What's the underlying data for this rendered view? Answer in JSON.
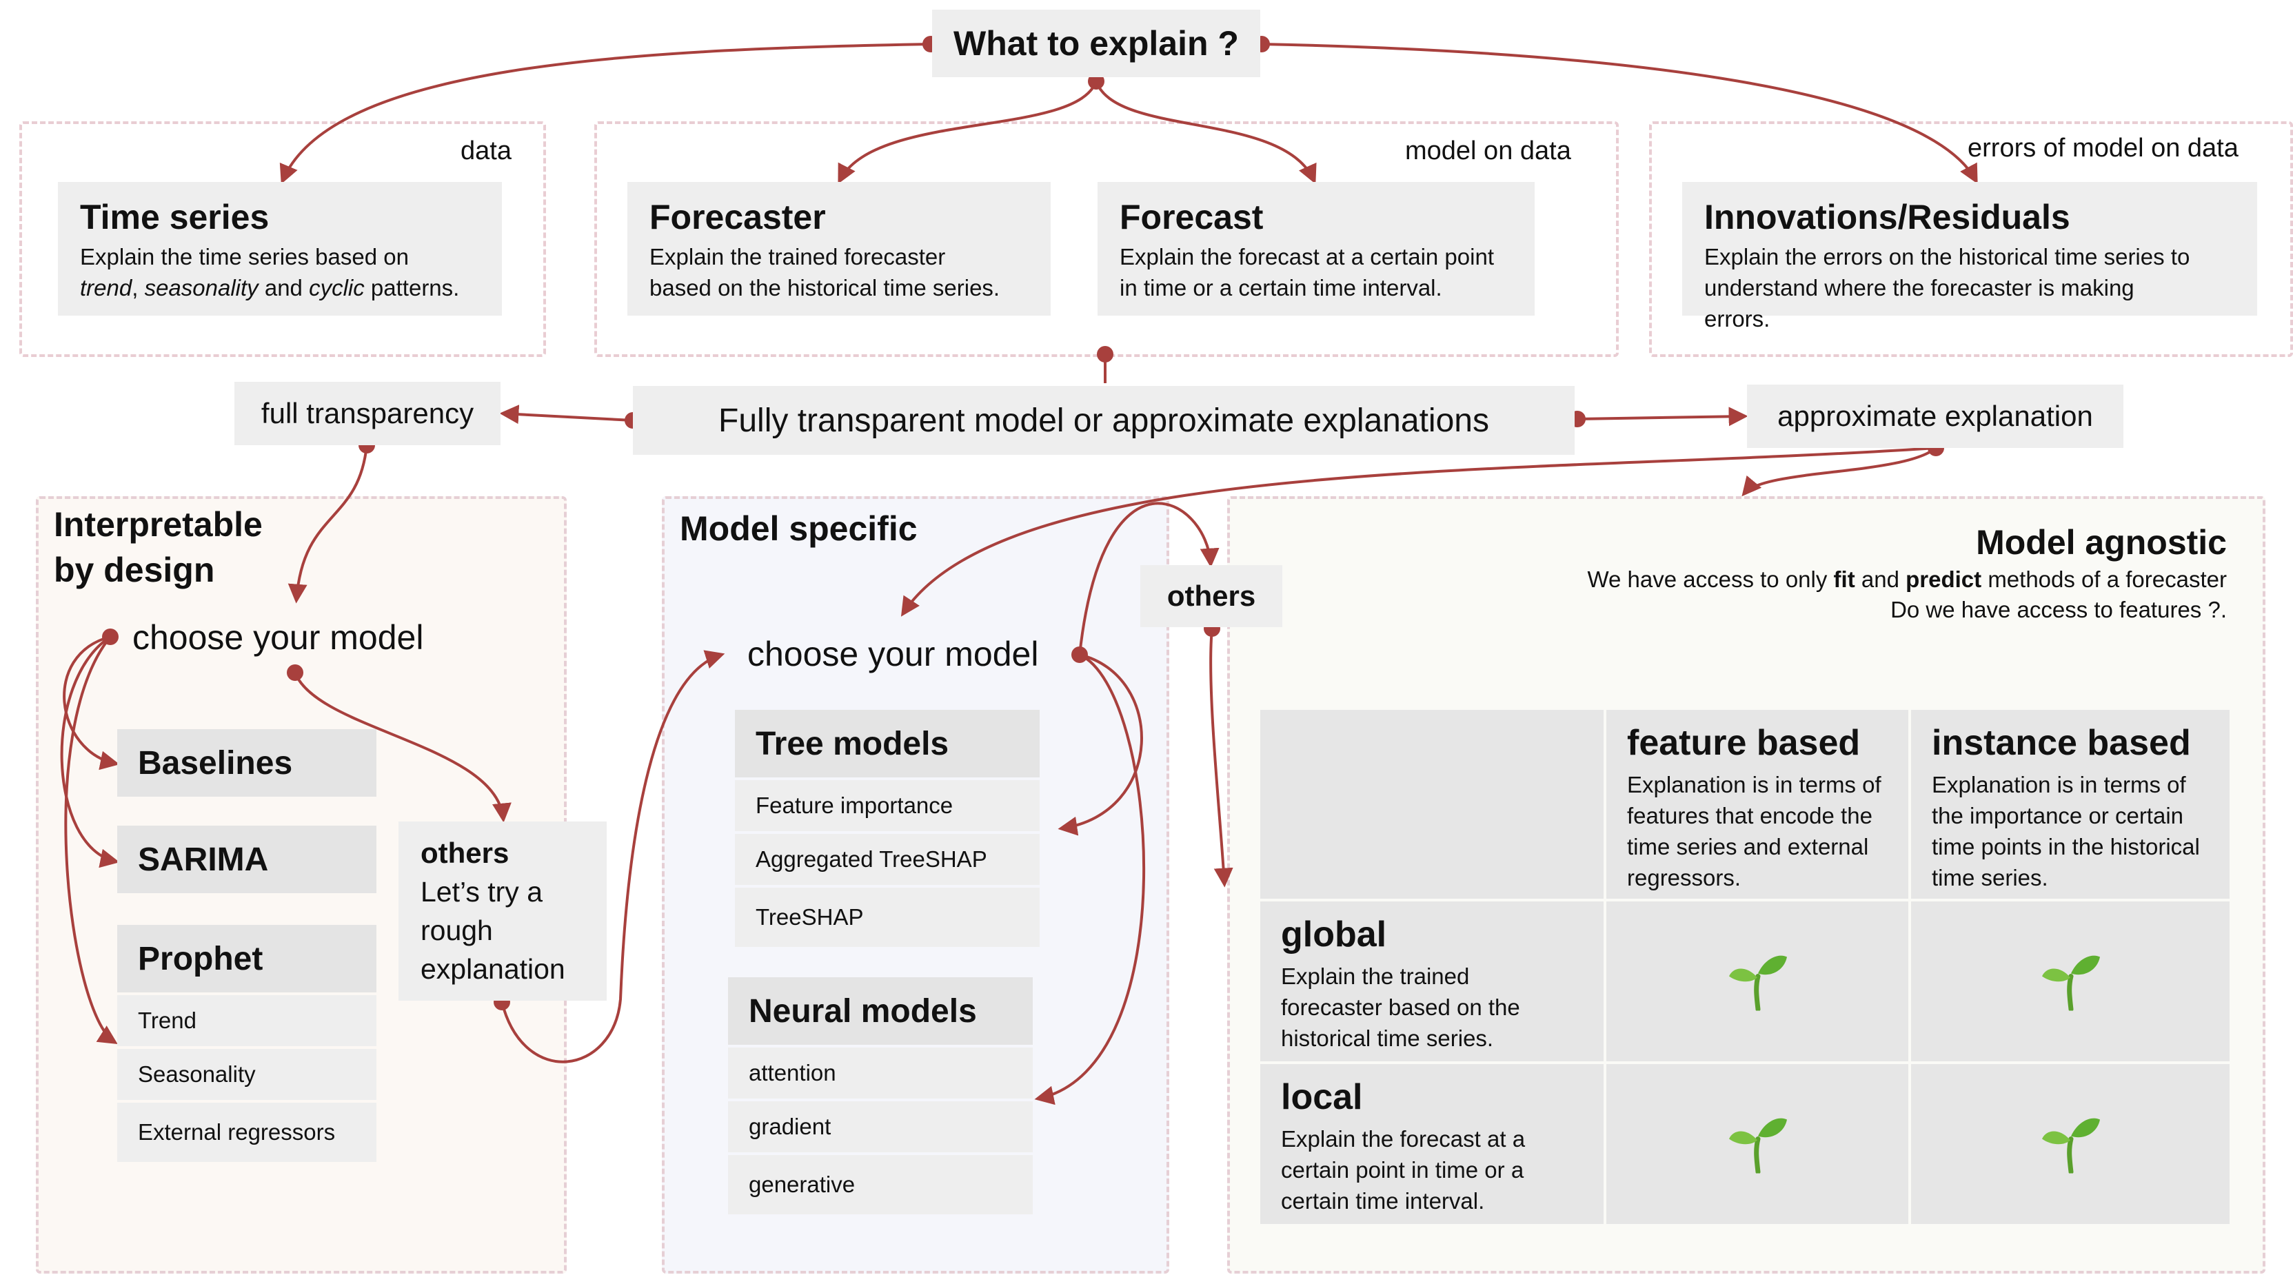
{
  "top_question": "What to explain ?",
  "categories": {
    "data_label": "data",
    "model_on_data_label": "model on data",
    "errors_label": "errors of model on data",
    "time_series": {
      "title": "Time series",
      "desc_1": "Explain the time series based on",
      "desc_em1": "trend",
      "desc_sep1": ",",
      "desc_em2": "seasonality",
      "desc_and": "and",
      "desc_em3": "cyclic",
      "desc_end": "patterns."
    },
    "forecaster": {
      "title": "Forecaster",
      "desc": "Explain the trained forecaster based on the historical time series."
    },
    "forecast": {
      "title": "Forecast",
      "desc": "Explain the forecast at a certain point in time or a certain time interval."
    },
    "residuals": {
      "title": "Innovations/Residuals",
      "desc": "Explain the errors on the historical time series to understand where the forecaster is making errors."
    }
  },
  "middle_question": "Fully transparent model or approximate explanations",
  "full_transparency": "full transparency",
  "approximate_explanation": "approximate explanation",
  "interpretable": {
    "heading": "Interpretable by design",
    "choose": "choose your model",
    "baselines": "Baselines",
    "sarima": "SARIMA",
    "prophet": "Prophet",
    "prophet_items": [
      "Trend",
      "Seasonality",
      "External regressors"
    ],
    "others_title": "others",
    "others_desc": "Let’s try a rough explanation"
  },
  "model_specific": {
    "heading": "Model specific",
    "choose": "choose your model",
    "others": "others",
    "tree_models": "Tree models",
    "tree_items": [
      "Feature importance",
      "Aggregated TreeSHAP",
      "TreeSHAP"
    ],
    "neural_models": "Neural models",
    "neural_items": [
      "attention",
      "gradient",
      "generative"
    ]
  },
  "model_agnostic": {
    "heading": "Model agnostic",
    "line1_a": "We have access to only",
    "line1_fit": "fit",
    "line1_and": "and",
    "line1_predict": "predict",
    "line1_b": "methods of a forecaster",
    "line2": "Do we have access to features ?.",
    "feature_based": {
      "title": "feature based",
      "desc": "Explanation is in terms of features that encode the time series and external regressors."
    },
    "instance_based": {
      "title": "instance based",
      "desc": "Explanation is in terms of the importance or certain time points in the historical time series."
    },
    "global": {
      "title": "global",
      "desc": "Explain the trained forecaster based on the historical time series."
    },
    "local": {
      "title": "local",
      "desc": "Explain the forecast at a certain point in time or a certain time interval."
    },
    "cell_icon": "seedling-icon"
  },
  "colors": {
    "arrow": "#a8403d",
    "box": "#eeeeee",
    "frame": "#e9cdd3"
  }
}
